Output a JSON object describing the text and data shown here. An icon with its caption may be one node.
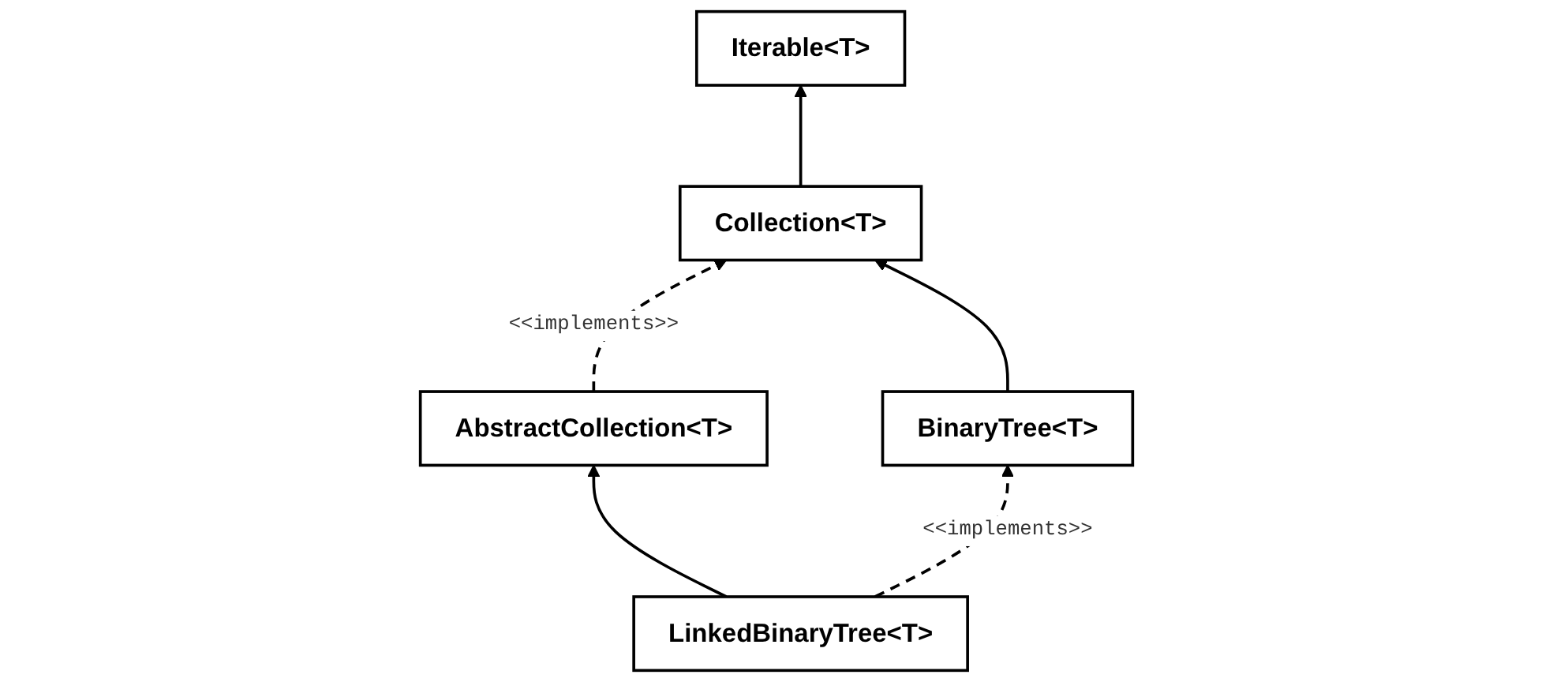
{
  "diagram": {
    "nodes": [
      {
        "text": [
          "Iterable<T>"
        ]
      },
      {
        "text": [
          "Collection<T>"
        ]
      },
      {
        "text": [
          "AbstractCollection<T>"
        ]
      },
      {
        "text": [
          "BinaryTree<T>"
        ]
      },
      {
        "text": [
          "LinkedBinaryTree<T>"
        ]
      }
    ],
    "edges": [
      {
        "from": 1,
        "to": 0,
        "arrow": "to"
      },
      {
        "from": 2,
        "to": 1,
        "arrow": "to",
        "style": "dashed",
        "label": "<<implements>>"
      },
      {
        "from": 3,
        "to": 1,
        "arrow": "to"
      },
      {
        "from": 4,
        "to": 2,
        "arrow": "to"
      },
      {
        "from": 4,
        "to": 3,
        "arrow": "to",
        "style": "dashed",
        "label": "<<implements>>"
      }
    ]
  }
}
